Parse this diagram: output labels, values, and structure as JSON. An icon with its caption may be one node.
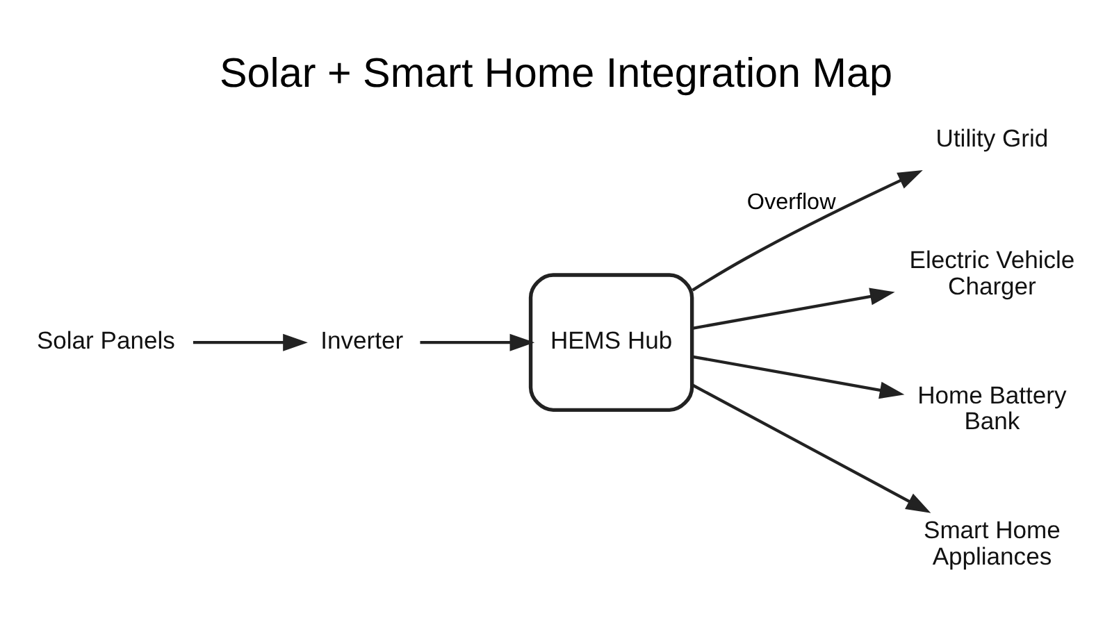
{
  "diagram": {
    "title": "Solar + Smart Home Integration Map",
    "nodes": [
      {
        "text": [
          "Solar Panels"
        ]
      },
      {
        "text": [
          "Inverter"
        ]
      },
      {
        "text": [
          "HEMS Hub"
        ]
      },
      {
        "text": [
          "Utility Grid"
        ]
      },
      {
        "text": [
          "Electric Vehicle Charger"
        ]
      },
      {
        "text": [
          "Home Battery Bank"
        ]
      },
      {
        "text": [
          "Smart Home Appliances"
        ]
      }
    ],
    "edges": [
      {
        "from": 0,
        "to": 1,
        "arrow": "to"
      },
      {
        "from": 1,
        "to": 2,
        "arrow": "to"
      },
      {
        "from": 2,
        "to": 3,
        "arrow": "to",
        "label": "Overflow"
      },
      {
        "from": 2,
        "to": 4,
        "arrow": "to"
      },
      {
        "from": 2,
        "to": 5,
        "arrow": "to"
      },
      {
        "from": 2,
        "to": 6,
        "arrow": "to"
      }
    ]
  }
}
